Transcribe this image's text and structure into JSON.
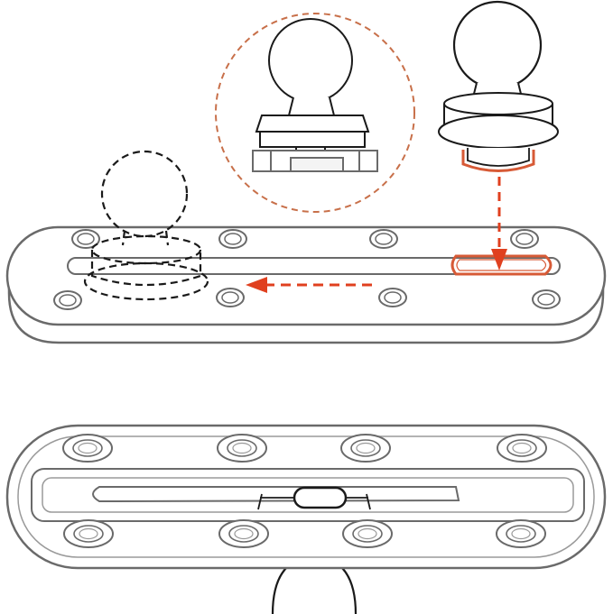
{
  "diagram": {
    "parts": [
      "ball-mount-with-track-base",
      "detail-inset-cross-section",
      "top-track-plate",
      "bottom-track-plate"
    ],
    "colors": {
      "outline": "#6a6a6a",
      "outline_dark": "#1a1a1a",
      "inset_circle": "#c8704a",
      "accent": "#e0401f",
      "highlight": "#d75a36"
    },
    "top_plate": {
      "hole_count": 8
    },
    "bottom_plate": {
      "hole_count": 8
    },
    "steps": [
      "insert-down",
      "slide-left"
    ]
  }
}
